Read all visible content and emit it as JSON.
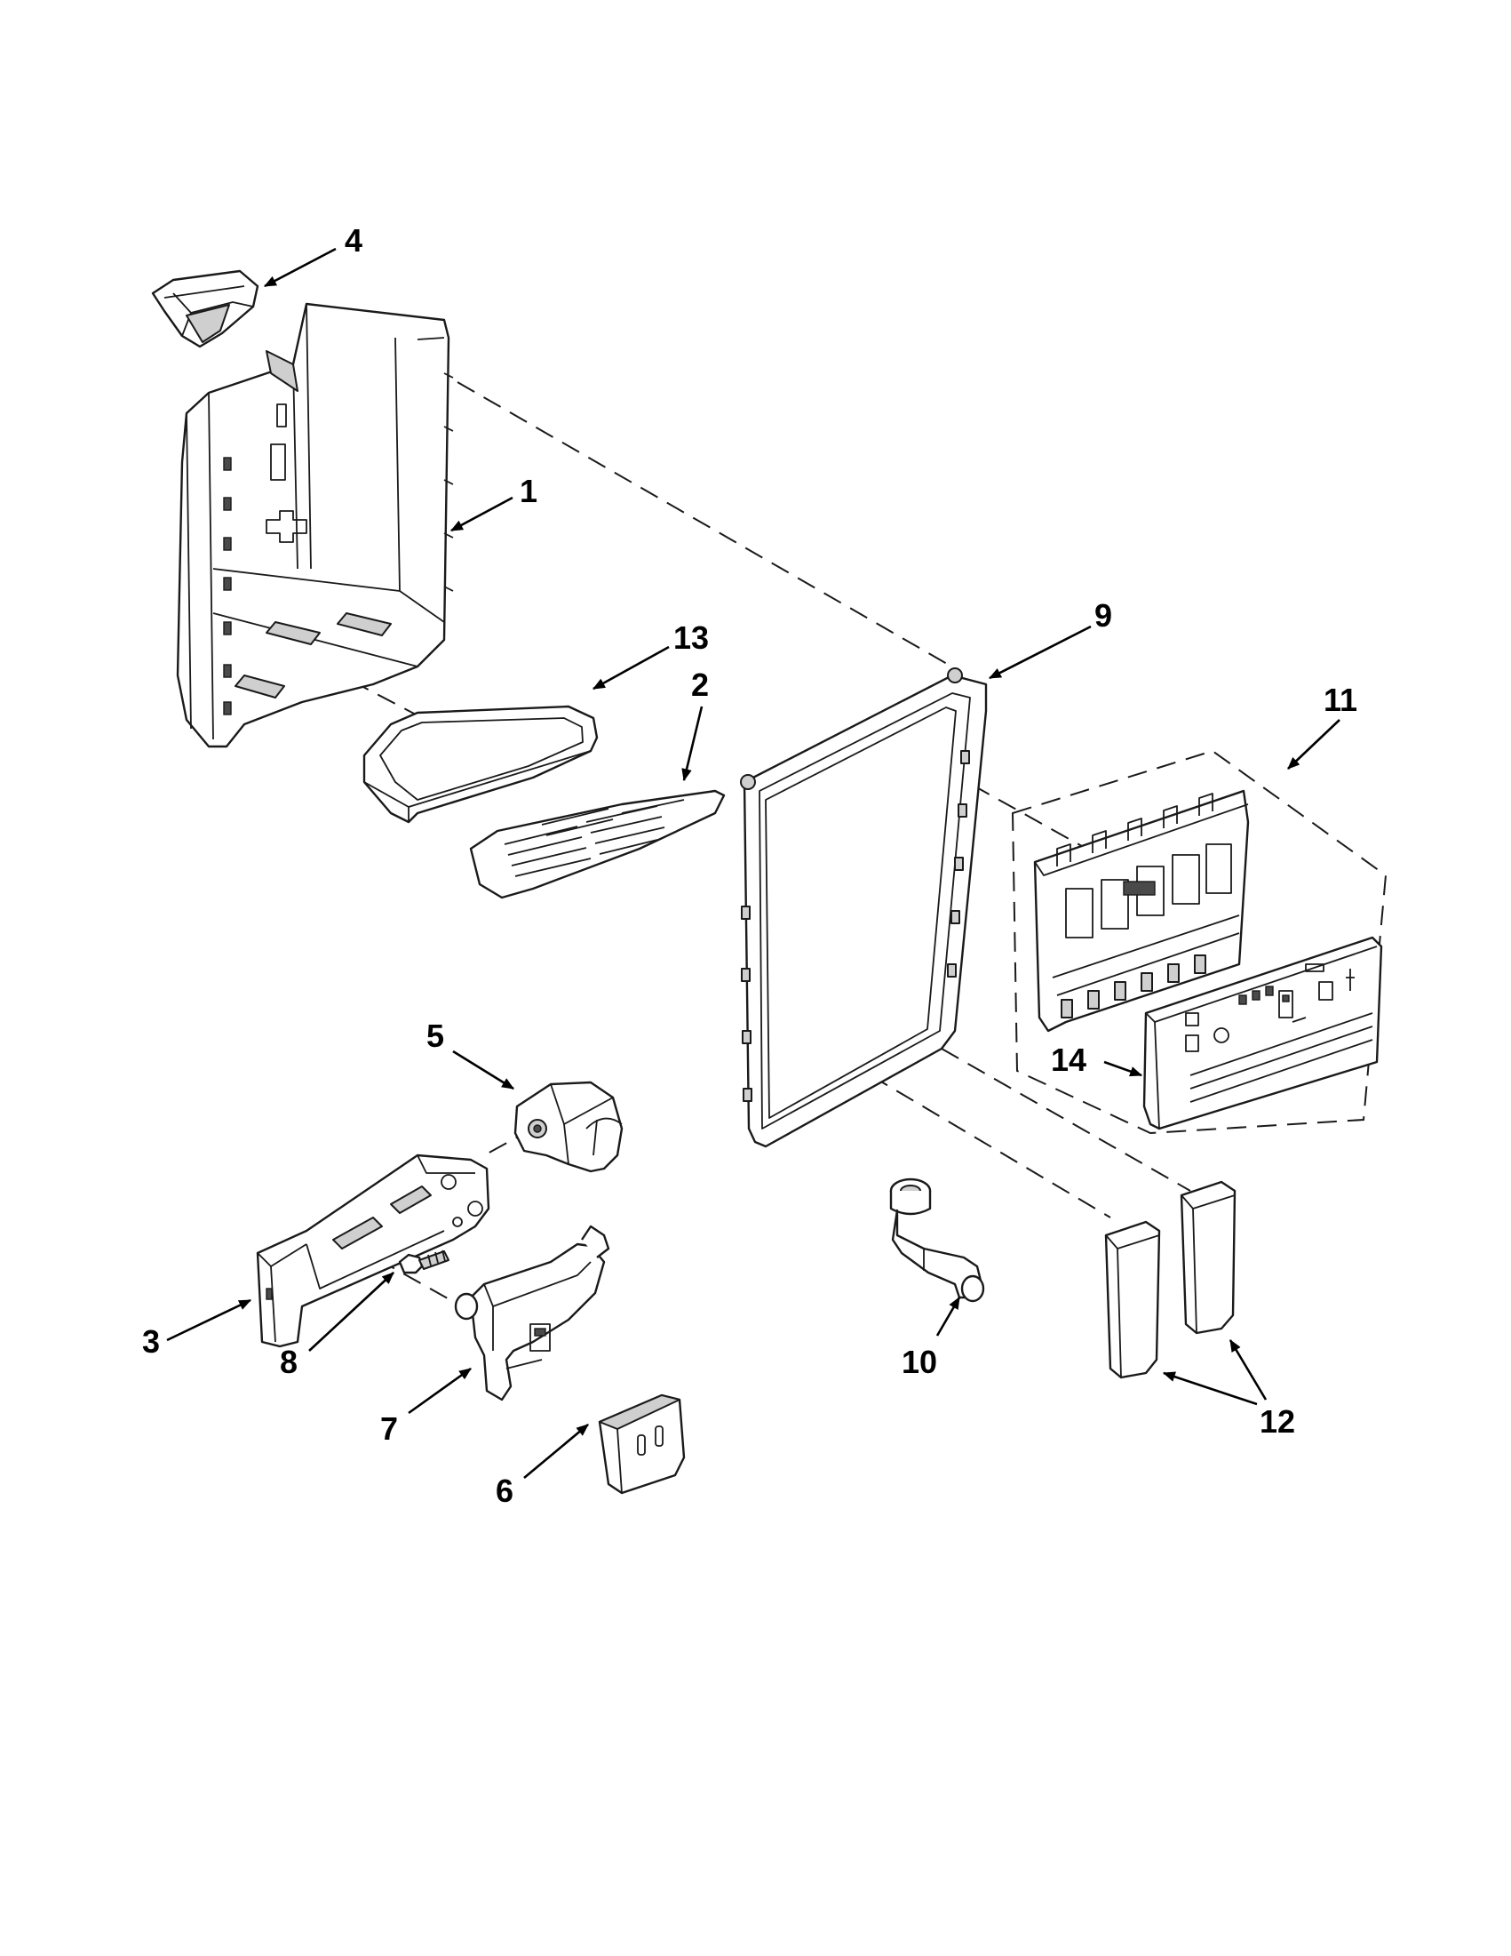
{
  "callouts": {
    "c1": "1",
    "c2": "2",
    "c3": "3",
    "c4": "4",
    "c5": "5",
    "c6": "6",
    "c7": "7",
    "c8": "8",
    "c9": "9",
    "c10": "10",
    "c11": "11",
    "c12": "12",
    "c13": "13",
    "c14": "14"
  },
  "colors": {
    "line": "#1a1a1a",
    "shade": "#cfcfcf",
    "background": "#ffffff"
  }
}
